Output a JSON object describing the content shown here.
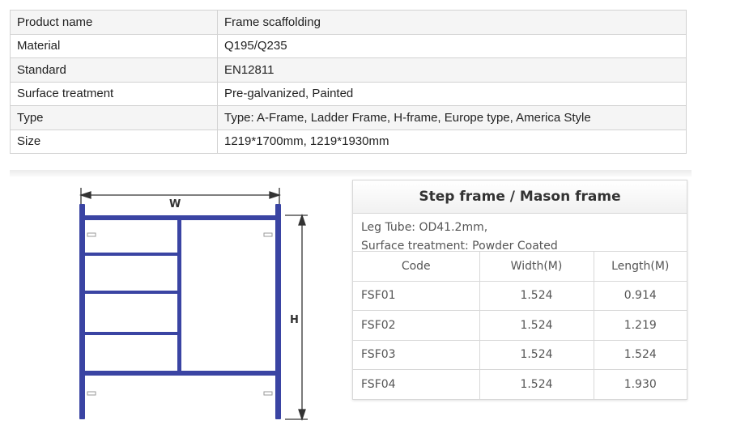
{
  "spec_table": {
    "rows": [
      {
        "label": "Product name",
        "value": "Frame scaffolding"
      },
      {
        "label": "Material",
        "value": "Q195/Q235"
      },
      {
        "label": "Standard",
        "value": "EN12811"
      },
      {
        "label": "Surface treatment",
        "value": "Pre-galvanized, Painted"
      },
      {
        "label": "Type",
        "value": "Type: A-Frame, Ladder Frame, H-frame, Europe type, America Style"
      },
      {
        "label": "Size",
        "value": "1219*1700mm, 1219*1930mm"
      }
    ]
  },
  "drawing": {
    "width_label": "W",
    "height_label": "H",
    "frame_color": "#3a44a3"
  },
  "step_frame": {
    "title": "Step frame / Mason frame",
    "description": [
      "Leg Tube: OD41.2mm,",
      "Surface treatment: Powder Coated"
    ],
    "headers": [
      "Code",
      "Width(M)",
      "Length(M)"
    ],
    "rows": [
      {
        "code": "FSF01",
        "width": "1.524",
        "length": "0.914"
      },
      {
        "code": "FSF02",
        "width": "1.524",
        "length": "1.219"
      },
      {
        "code": "FSF03",
        "width": "1.524",
        "length": "1.524"
      },
      {
        "code": "FSF04",
        "width": "1.524",
        "length": "1.930"
      }
    ]
  }
}
